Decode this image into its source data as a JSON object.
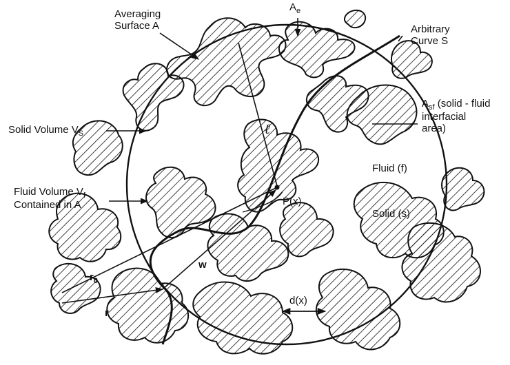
{
  "labels": {
    "averaging_surface": [
      "Averaging",
      "Surface A"
    ],
    "ae_main": "A",
    "ae_sub": "e",
    "arbitrary_curve": [
      "Arbitrary",
      "Curve S"
    ],
    "asf_main": "A",
    "asf_sub": "sf",
    "asf_rest": " (solid - fluid",
    "asf_line2": "interfacial",
    "asf_line3": "area)",
    "solid_volume_main": "Solid Volume  V",
    "solid_volume_sub": "S",
    "fluid_volume_main": "Fluid Volume  V",
    "fluid_volume_sub": "f",
    "fluid_volume_line2": "Contained in  A",
    "ell": "ℓ",
    "fluid_f": "Fluid (f)",
    "px": "P(x)",
    "solid_s": "Solid (s)",
    "w": "w",
    "r0_main": "r",
    "r0_sub": "0",
    "r": "r",
    "dx": "d(x)"
  },
  "colors": {
    "ink": "#111111",
    "background": "#ffffff"
  }
}
